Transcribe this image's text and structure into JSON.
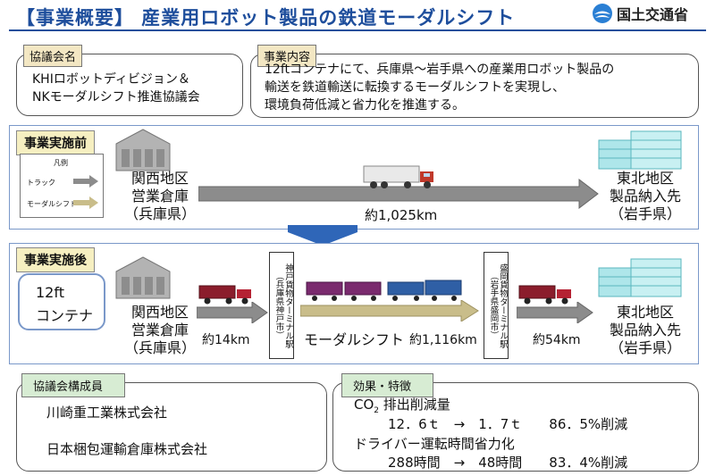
{
  "header": {
    "title": "【事業概要】 産業用ロボット製品の鉄道モーダルシフト",
    "logo_text": "国土交通省"
  },
  "council": {
    "tag": "協議会名",
    "line1": "KHIロボットディビジョン＆",
    "line2": "NKモーダルシフト推進協議会"
  },
  "business": {
    "tag": "事業内容",
    "line1": "12ftコンテナにて、兵庫県～岩手県への産業用ロボット製品の",
    "line2": "輸送を鉄道輸送に転換するモーダルシフトを実現し、",
    "line3": "環境負荷低減と省力化を推進する。"
  },
  "before": {
    "label": "事業実施前",
    "legend_title": "凡例",
    "legend_truck": "トラック",
    "legend_modal": "モーダルシフト",
    "origin_line1": "関西地区",
    "origin_line2": "営業倉庫",
    "origin_line3": "（兵庫県）",
    "distance": "約1,025km",
    "dest_line1": "東北地区",
    "dest_line2": "製品納入先",
    "dest_line3": "（岩手県）"
  },
  "after": {
    "label": "事業実施後",
    "container_line1": "12ft",
    "container_line2": "コンテナ",
    "origin_line1": "関西地区",
    "origin_line2": "営業倉庫",
    "origin_line3": "（兵庫県）",
    "truck1_distance": "約14km",
    "station1": "神戸貨物ターミナル駅（兵庫県神戸市）",
    "modal_label": "モーダルシフト",
    "rail_distance": "約1,116km",
    "station2": "盛岡貨物ターミナル駅（岩手県盛岡市）",
    "truck2_distance": "約54km",
    "dest_line1": "東北地区",
    "dest_line2": "製品納入先",
    "dest_line3": "（岩手県）"
  },
  "members": {
    "tag": "協議会構成員",
    "member1": "川崎重工業株式会社",
    "member2": "日本梱包運輸倉庫株式会社"
  },
  "effects": {
    "tag": "効果・特徴",
    "co2_label": "CO",
    "co2_sub": "2",
    "co2_rest": " 排出削減量",
    "co2_values": "12．6ｔ　→　1．7ｔ　　86．5%削減",
    "driver_label": "ドライバー運転時間省力化",
    "driver_values": "288時間　→　48時間　　83．4%削減"
  },
  "colors": {
    "title_blue": "#1e4e9c",
    "arrow_gray": "#8c8c8c",
    "arrow_modal": "#c9bd8a",
    "tag_beige": "#f3e7c3",
    "tag_green": "#d7ecd3"
  }
}
